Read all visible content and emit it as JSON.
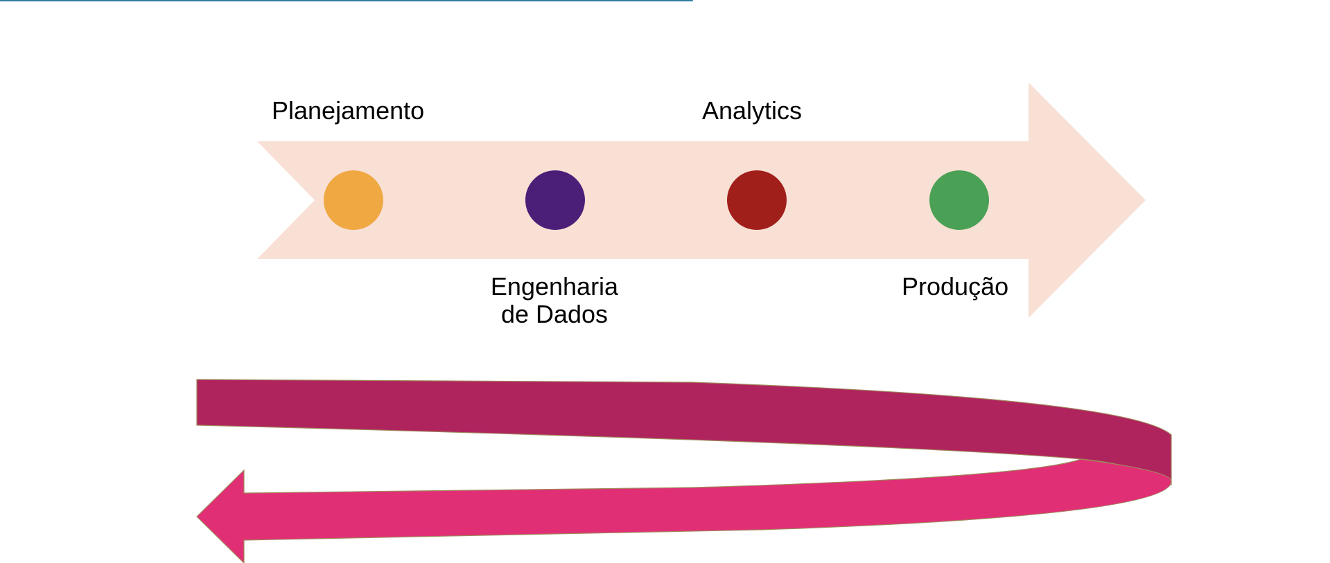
{
  "stages": [
    {
      "name": "Planejamento",
      "color": "#f0a843"
    },
    {
      "name_line1": "Engenharia",
      "name_line2": "de Dados",
      "color": "#4b1e78"
    },
    {
      "name": "Analytics",
      "color": "#a11f1b"
    },
    {
      "name": "Produção",
      "color": "#4aa155"
    }
  ],
  "colors": {
    "main_arrow": "#f9e0d5",
    "return_band_back": "#b0245e",
    "return_band_front": "#e12f76"
  }
}
